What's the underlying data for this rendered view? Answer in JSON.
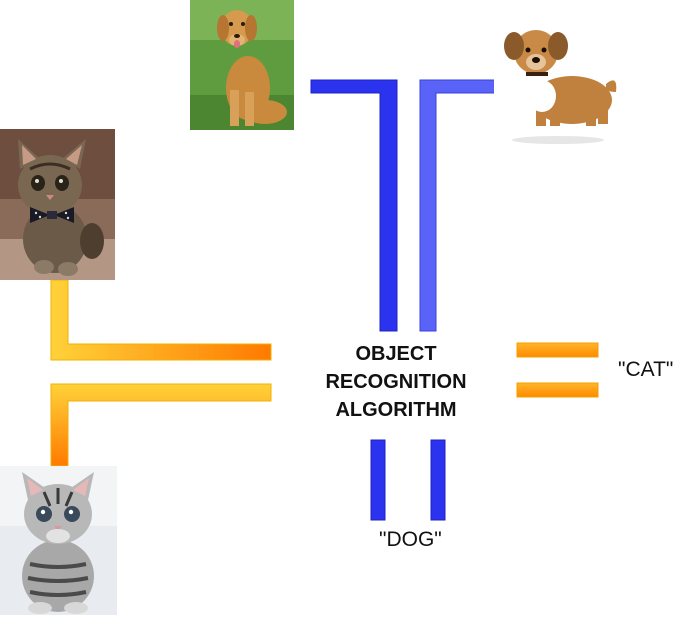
{
  "algorithm": {
    "line1": "OBJECT",
    "line2": "RECOGNITION",
    "line3": "ALGORITHM"
  },
  "outputs": {
    "cat_label": "\"CAT\"",
    "dog_label": "\"DOG\""
  },
  "images": [
    {
      "id": "dog-golden",
      "depicts": "golden retriever sitting on grass"
    },
    {
      "id": "dog-puppy",
      "depicts": "brown and white puppy standing"
    },
    {
      "id": "cat-bowtie",
      "depicts": "tabby kitten wearing a bow tie"
    },
    {
      "id": "cat-silver",
      "depicts": "silver tabby kitten sitting"
    }
  ],
  "colors": {
    "dog_path": "#2b33ee",
    "dog_path_light": "#5a63f7",
    "cat_path_top": "#ffd23a",
    "cat_path_end": "#ff7a00",
    "text": "#111111"
  }
}
